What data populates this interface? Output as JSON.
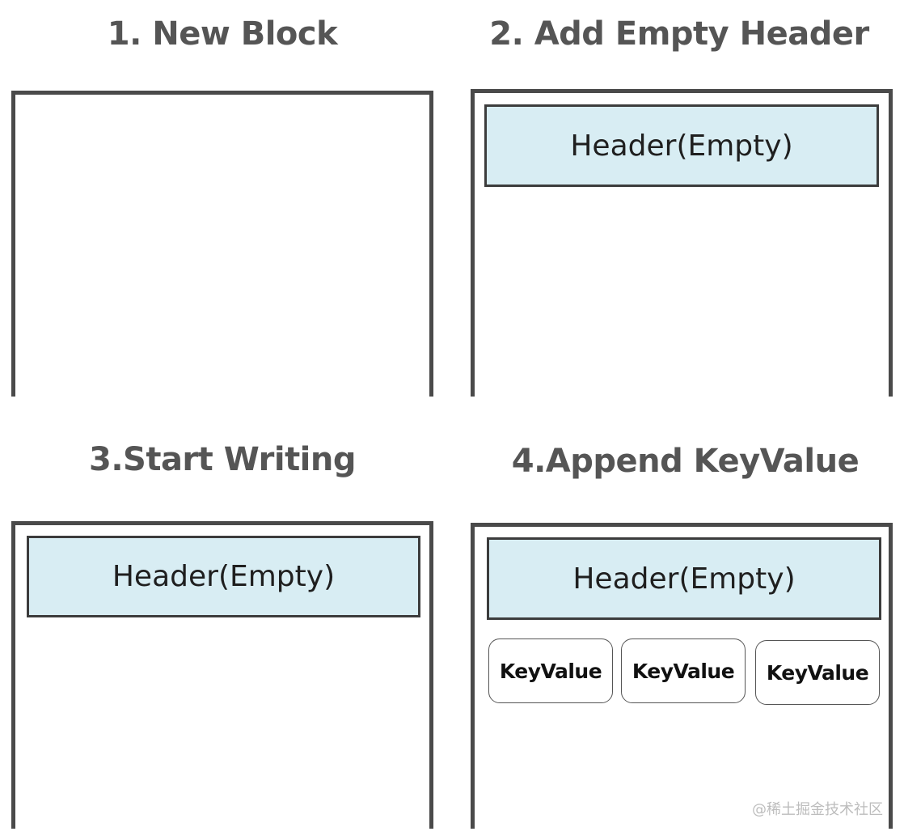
{
  "panels": [
    {
      "title": "1. New Block"
    },
    {
      "title": "2. Add Empty Header",
      "header": "Header(Empty)"
    },
    {
      "title": "3.Start Writing",
      "header": "Header(Empty)"
    },
    {
      "title": "4.Append KeyValue",
      "header": "Header(Empty)",
      "keyvalues": [
        "KeyValue",
        "KeyValue",
        "KeyValue"
      ]
    }
  ],
  "watermark": "@稀土掘金技术社区",
  "colors": {
    "header_fill": "#d8edf3",
    "block_border": "#4a4a4a",
    "title_text": "#555555"
  }
}
